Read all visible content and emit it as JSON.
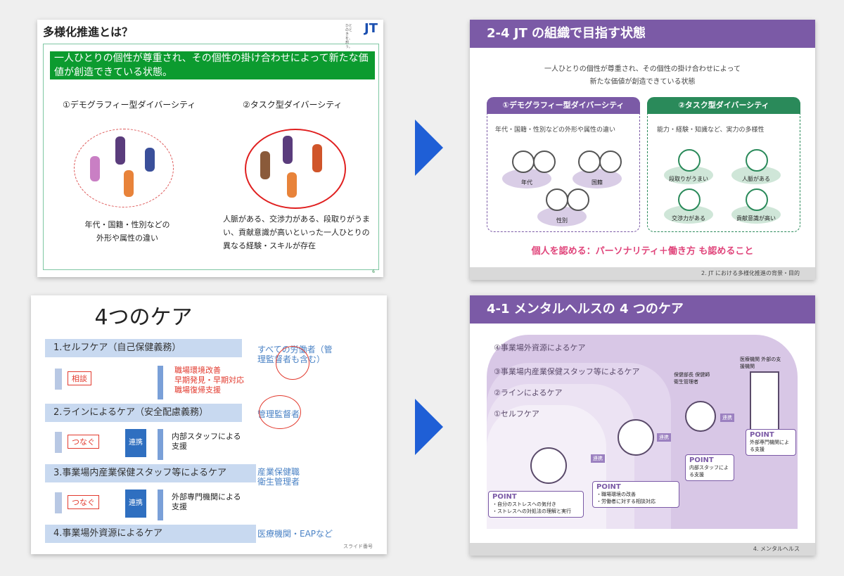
{
  "slide1": {
    "title": "多様化推進とは？",
    "logo": "JT",
    "logo_tag": "ひとのときを、想う。",
    "banner": "一人ひとりの個性が尊重され、その個性の掛け合わせによって新たな価値が創造できている状態。",
    "left_label": "①デモグラフィー型ダイバーシティ",
    "right_label": "②タスク型ダイバーシティ",
    "left_desc_1": "年代・国籍・性別などの",
    "left_desc_2": "外形や属性の違い",
    "right_desc": "人脈がある、交渉力がある、段取りがうまい、貢献意識が高いといった一人ひとりの異なる経験・スキルが存在",
    "page_num": "6"
  },
  "slide2": {
    "header": "2-4 JT の組織で目指す状態",
    "lead_1": "一人ひとりの個性が尊重され、その個性の掛け合わせによって",
    "lead_2": "新たな価値が創造できている状態",
    "panel_left_title": "①デモグラフィー型ダイバーシティ",
    "panel_left_desc": "年代・国籍・性別などの外形や属性の違い",
    "left_tags": [
      "年代",
      "国籍",
      "性別"
    ],
    "panel_right_title": "②タスク型ダイバーシティ",
    "panel_right_desc": "能力・経験・知識など、実力の多様性",
    "right_tags": [
      "段取りがうまい",
      "人脈がある",
      "交渉力がある",
      "貢献意識が高い"
    ],
    "bottom": "個人を認める：パーソナリティ＋働き方 も認めること",
    "footer": "2. JT における多様化推進の背景・目的"
  },
  "slide3": {
    "title": "4つのケア",
    "bars": [
      "1.セルフケア（自己保健義務）",
      "2.ラインによるケア（安全配慮義務）",
      "3.事業場内産業保健スタッフ等によるケア",
      "4.事業場外資源によるケア"
    ],
    "consult": "相談",
    "connect_1": "つなぐ",
    "connect_2": "つなぐ",
    "link_1": "連携",
    "link_2": "連携",
    "red_notes": [
      "職場環境改善",
      "早期発見・早期対応",
      "職場復帰支援"
    ],
    "support_1": "内部スタッフによる支援",
    "support_2": "外部専門機関による支援",
    "target_1": "すべての労働者（管理監督者も含む）",
    "target_2": "管理監督者",
    "target_3a": "産業保健職",
    "target_3b": "衛生管理者",
    "target_4": "医療機関・EAPなど",
    "slide_no": "スライド番号"
  },
  "slide4": {
    "header": "4-1 メンタルヘルスの 4 つのケア",
    "layers": [
      "④事業場外資源によるケア",
      "③事業場内産業保健スタッフ等によるケア",
      "②ラインによるケア",
      "①セルフケア"
    ],
    "staff_label": "保健部長 保健師 衛生管理者",
    "ext_label": "医療機関 外部の支援機関",
    "link": "連携",
    "point": "POINT",
    "p1_1": "・自分のストレスへの気付き",
    "p1_2": "・ストレスへの対処法の理解と実行",
    "p2_1": "・職場環境の改善",
    "p2_2": "・労働者に対する相談対応",
    "p3": "内部スタッフによる支援",
    "p4": "外部専門機関による支援",
    "footer": "4. メンタルヘルス"
  }
}
